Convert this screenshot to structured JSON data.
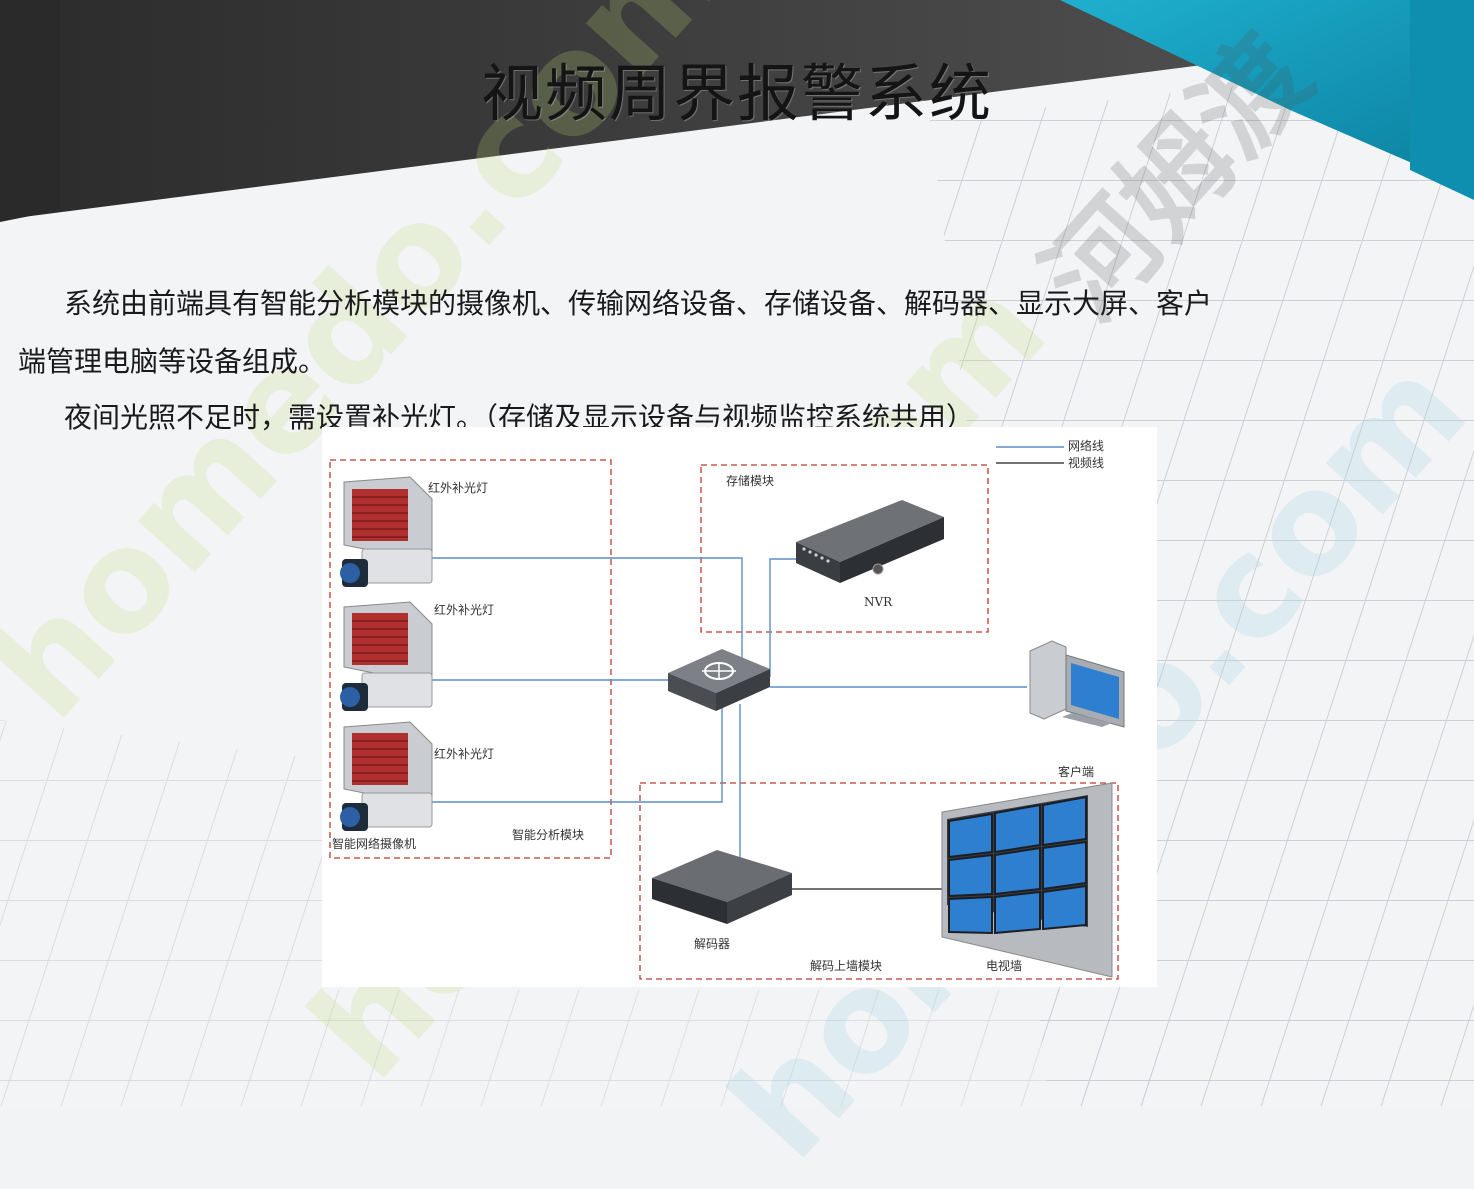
{
  "slide": {
    "title": "视频周界报警系统",
    "paragraph1_line1": "系统由前端具有智能分析模块的摄像机、传输网络设备、存储设备、解码器、显示大屏、客户",
    "paragraph1_line2": "端管理电脑等设备组成。",
    "paragraph2": "夜间光照不足时，需设置补光灯。（存储及显示设备与视频监控系统共用）"
  },
  "diagram": {
    "legend": {
      "network_line": "网络线",
      "video_line": "视频线"
    },
    "storage_module": "存储模块",
    "nvr_label": "NVR",
    "ir_light_1": "红外补光灯",
    "ir_light_2": "红外补光灯",
    "ir_light_3": "红外补光灯",
    "camera_label": "智能网络摄像机",
    "analysis_module": "智能分析模块",
    "client_label": "客户端",
    "decoder_label": "解码器",
    "decode_module": "解码上墙模块",
    "tv_wall_label": "电视墙"
  },
  "watermarks": {
    "url": "homedo.com",
    "cn": "河姆渡"
  },
  "colors": {
    "dark_band": "#3a3a3a",
    "accent_teal": "#1aa3c4",
    "network_line": "#5b8fc7",
    "video_line": "#444444",
    "dashed_box": "#c0392b",
    "screen_blue": "#2e7fd0",
    "light_panel_red": "#b03030"
  }
}
